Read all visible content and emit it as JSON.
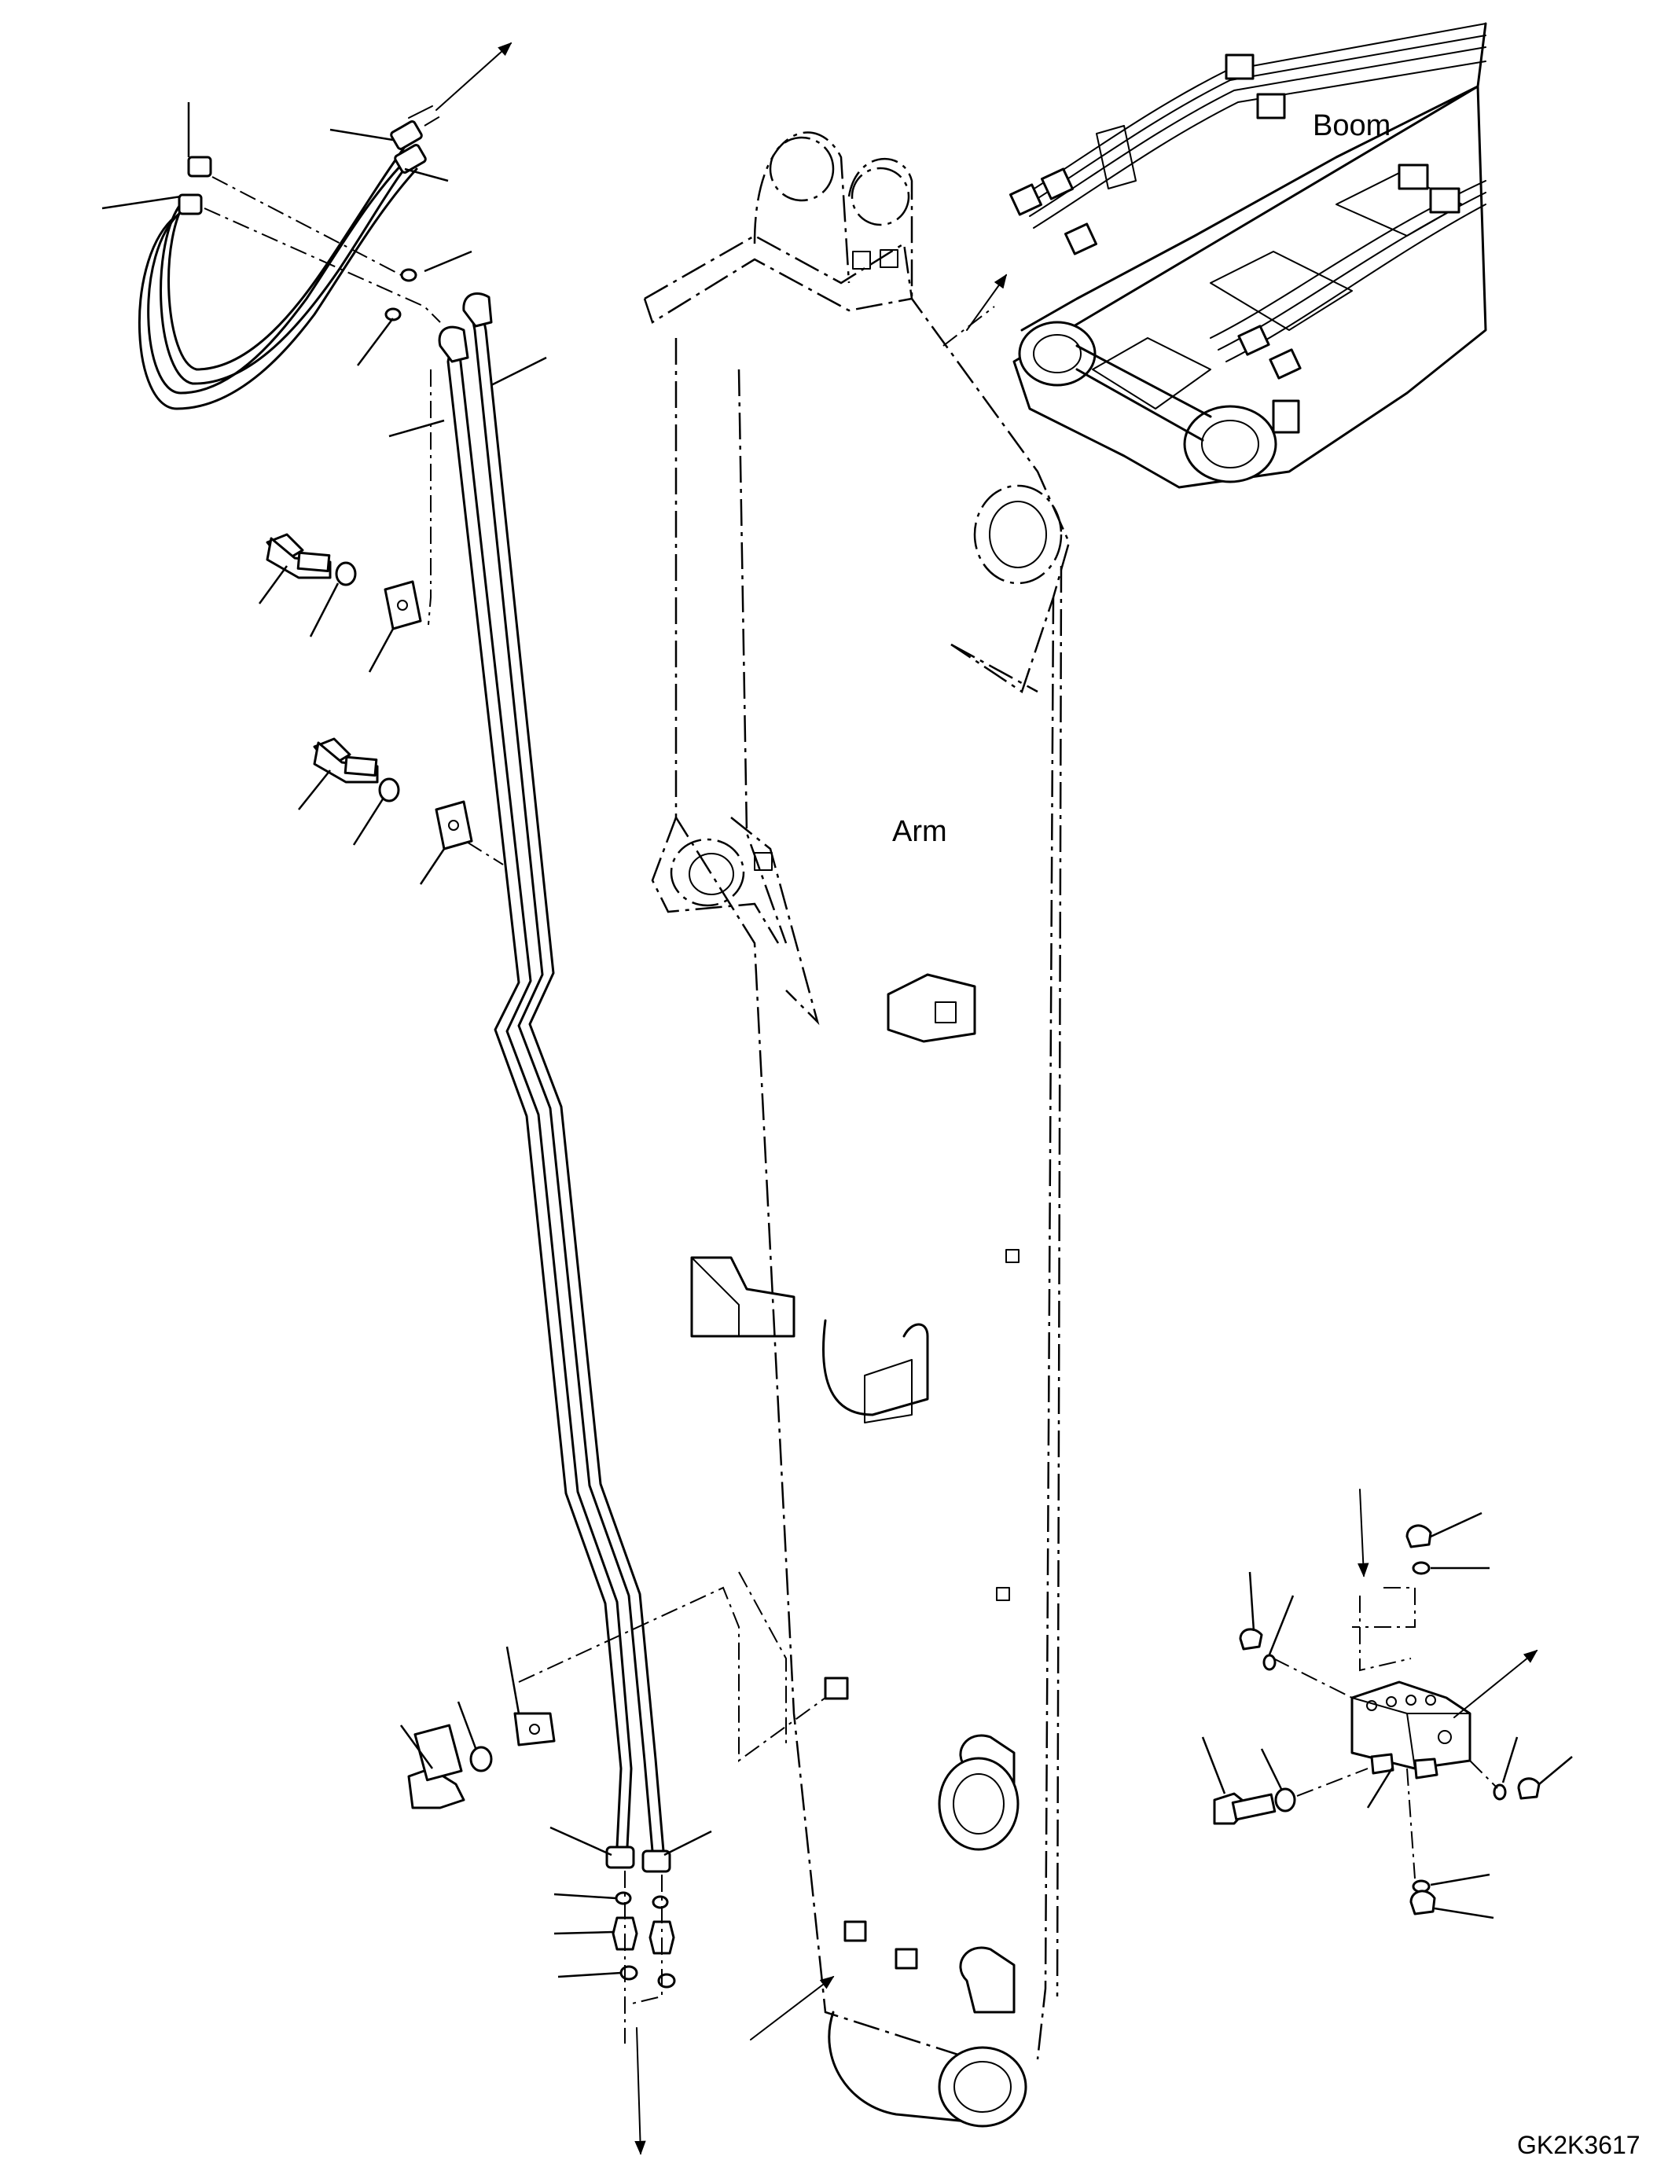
{
  "labels": {
    "boom": "Boom",
    "arm": "Arm",
    "drawing_code": "GK2K3617"
  },
  "colors": {
    "line": "#000000",
    "background": "#ffffff"
  }
}
